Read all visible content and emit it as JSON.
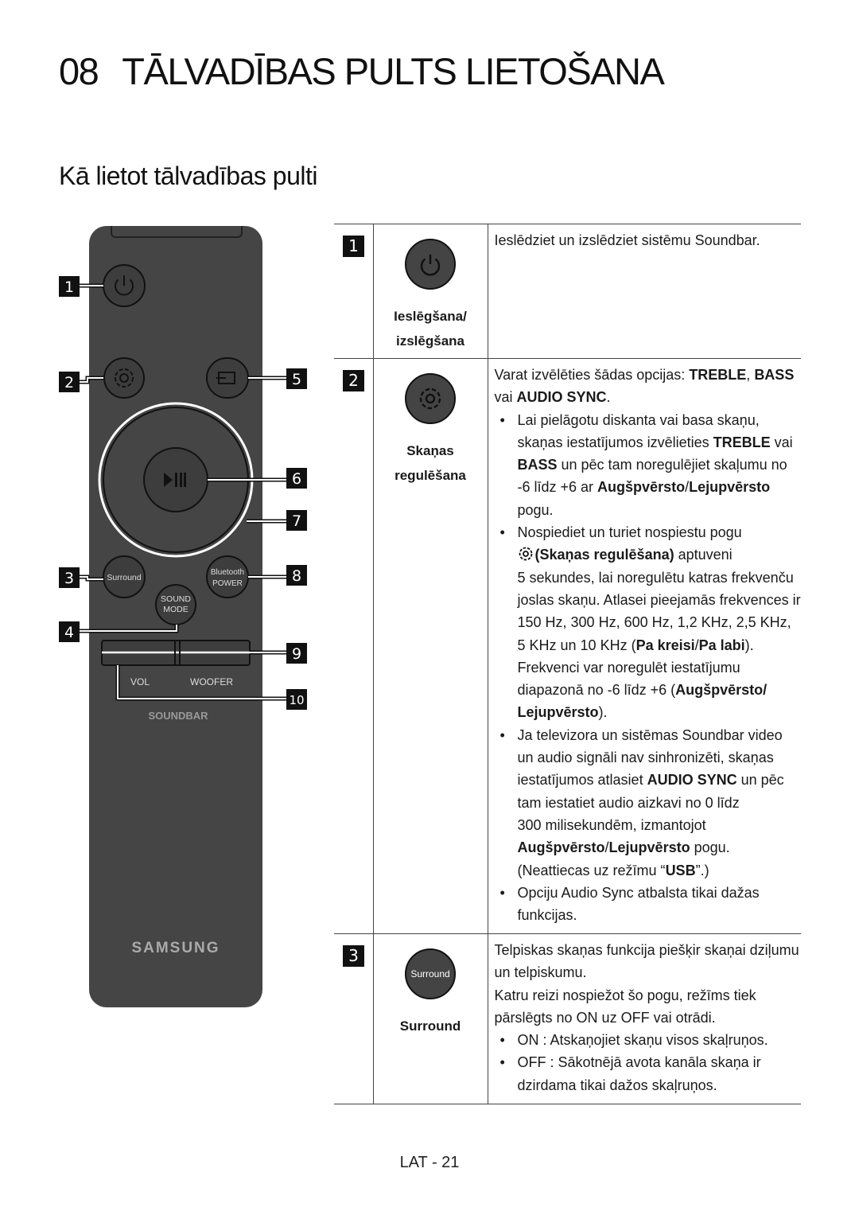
{
  "chapter": {
    "number": "08",
    "title": "TĀLVADĪBAS PULTS LIETOŠANA"
  },
  "section_title": "Kā lietot tālvadības pulti",
  "remote": {
    "surround_label": "Surround",
    "bluetooth_label": "Bluetooth",
    "power_label": "POWER",
    "sound_label": "SOUND",
    "mode_label": "MODE",
    "vol_label": "VOL",
    "woofer_label": "WOOFER",
    "soundbar_label": "SOUNDBAR",
    "brand_label": "SAMSUNG",
    "callouts": [
      "1",
      "2",
      "3",
      "4",
      "5",
      "6",
      "7",
      "8",
      "9",
      "10"
    ]
  },
  "rows": [
    {
      "num": "1",
      "icon": "power-icon",
      "label_line1": "Ieslēgšana/",
      "label_line2": "izslēgšana",
      "desc": "Ieslēdziet un izslēdziet sistēmu Soundbar."
    },
    {
      "num": "2",
      "icon": "gear-icon",
      "label_line1": "Skaņas",
      "label_line2": "regulēšana",
      "intro_a": "Varat izvēlēties šādas opcijas: ",
      "intro_b": "TREBLE",
      "intro_c": ", ",
      "intro_d": "BASS",
      "intro_e": "vai ",
      "intro_f": "AUDIO SYNC",
      "intro_g": ".",
      "b1_a": "Lai pielāgotu diskanta vai basa skaņu, skaņas iestatījumos izvēlieties ",
      "b1_b": "TREBLE",
      "b1_c": " vai ",
      "b1_d": "BASS",
      "b1_e": " un pēc tam noregulējiet skaļumu no -6 līdz +6 ar ",
      "b1_f": "Augšpvērsto",
      "b1_g": "/",
      "b1_h": "Lejupvērsto",
      "b1_i": " pogu.",
      "b2_a": "Nospiediet un turiet nospiestu pogu",
      "b2_b": "(Skaņas regulēšana)",
      "b2_c": " aptuveni",
      "b2_d": "5 sekundes, lai noregulētu katras frekvenču joslas skaņu. Atlasei pieejamās frekvences ir 150 Hz, 300 Hz, 600 Hz, 1,2 KHz, 2,5 KHz, 5 KHz un 10 KHz (",
      "b2_e": "Pa kreisi",
      "b2_f": "/",
      "b2_g": "Pa labi",
      "b2_h": "). Frekvenci var noregulēt iestatījumu diapazonā no -6 līdz +6 (",
      "b2_i": "Augšpvērsto/ Lejupvērsto",
      "b2_j": ").",
      "b3_a": "Ja televizora un sistēmas Soundbar video un audio signāli nav sinhronizēti, skaņas iestatījumos atlasiet ",
      "b3_b": "AUDIO SYNC",
      "b3_c": " un pēc tam iestatiet audio aizkavi no 0 līdz",
      "b3_d": "300 milisekundēm, izmantojot",
      "b3_e": "Augšpvērsto",
      "b3_f": "/",
      "b3_g": "Lejupvērsto",
      "b3_h": " pogu.",
      "b3_i": "(Neattiecas uz režīmu “",
      "b3_j": "USB",
      "b3_k": "”.)",
      "b4": "Opciju Audio Sync atbalsta tikai dažas funkcijas."
    },
    {
      "num": "3",
      "icon_text": "Surround",
      "label_line1": "Surround",
      "desc1": "Telpiskas skaņas funkcija piešķir skaņai dziļumu un telpiskumu.",
      "desc2": "Katru reizi nospiežot šo pogu, režīms tiek pārslēgts no ON uz OFF vai otrādi.",
      "b1": "ON : Atskaņojiet skaņu visos skaļruņos.",
      "b2": "OFF : Sākotnējā avota kanāla skaņa ir dzirdama tikai dažos skaļruņos."
    }
  ],
  "footer": "LAT - 21"
}
